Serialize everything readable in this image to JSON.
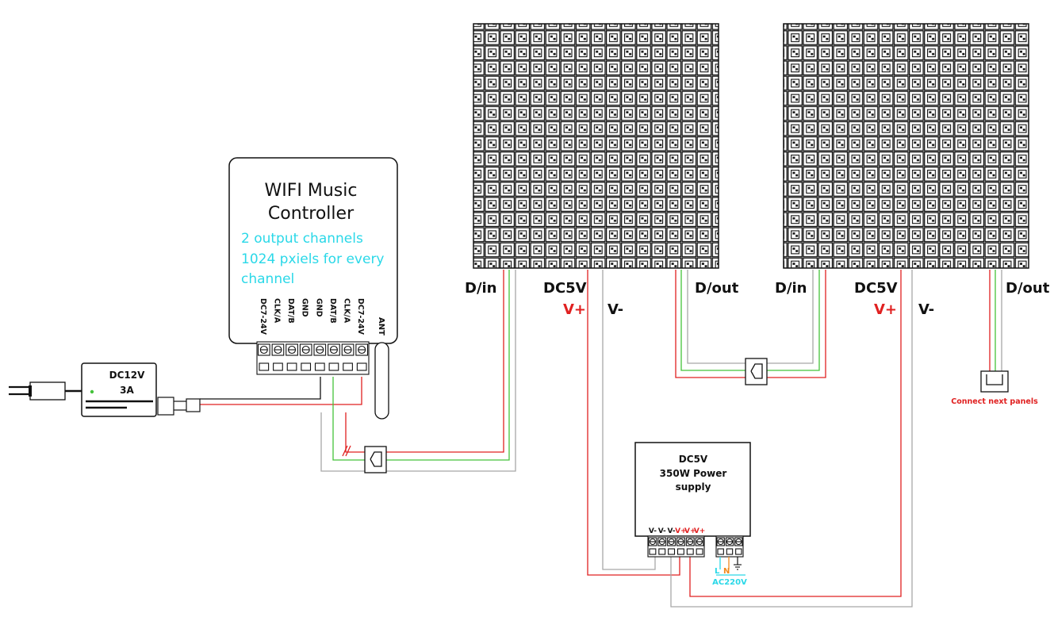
{
  "controller": {
    "title_line1": "WIFI Music",
    "title_line2": "Controller",
    "info_line1": "2 output channels",
    "info_line2": "1024 pxiels for every",
    "info_line3": "channel",
    "terminals": [
      "DC7-24V",
      "CLK/A",
      "DAT/B",
      "GND",
      "GND",
      "DAT/B",
      "CLK/A",
      "DC7-24V"
    ],
    "antenna_label": "ANT"
  },
  "adapter": {
    "line1": "DC12V",
    "line2": "3A"
  },
  "panels": [
    {
      "din": "D/in",
      "dc": "DC5V",
      "vplus": "V+",
      "vminus": "V-",
      "dout": "D/out"
    },
    {
      "din": "D/in",
      "dc": "DC5V",
      "vplus": "V+",
      "vminus": "V-",
      "dout": "D/out"
    }
  ],
  "power_supply": {
    "line1": "DC5V",
    "line2": "350W Power",
    "line3": "supply",
    "terminal_labels": [
      "V-",
      "V-",
      "V-",
      "V+",
      "V+",
      "V+"
    ],
    "ac_l": "L",
    "ac_n": "N",
    "ac_label": "AC220V"
  },
  "connect_next": "Connect next panels",
  "colors": {
    "data": "#44c23a",
    "gray": "#a8a8a8",
    "red": "#e02020",
    "cyan": "#2ad8e8",
    "orange": "#f08a1e",
    "ink": "#111111"
  }
}
